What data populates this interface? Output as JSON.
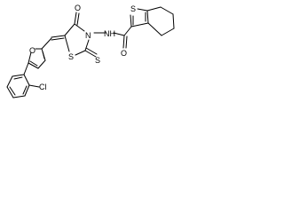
{
  "molecule": {
    "atom_labels": {
      "carbonyl_oxygen": "O",
      "nitrogen": "N",
      "amide_nh": "NH",
      "amide_oxygen": "O",
      "ring_sulfur": "S",
      "thioxo_sulfur": "S",
      "thiophene_sulfur": "S",
      "furan_oxygen": "O",
      "chlorine": "Cl"
    }
  }
}
